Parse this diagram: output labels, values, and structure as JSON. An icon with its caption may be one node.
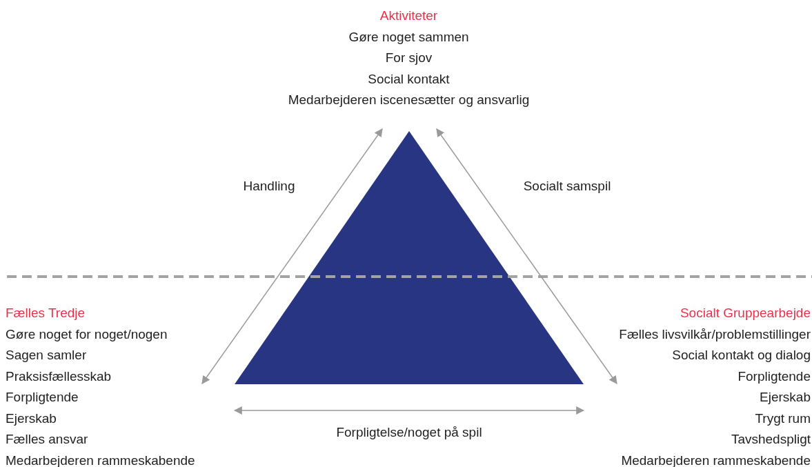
{
  "diagram": {
    "nodes": [
      {
        "text": [
          "Aktiviteter",
          "Gøre noget sammen",
          "For sjov",
          "Social kontakt",
          "Medarbejderen iscenesætter og ansvarlig"
        ]
      },
      {
        "text": [
          "Fælles Tredje",
          "Gøre noget for noget/nogen",
          "Sagen samler",
          "Praksisfællesskab",
          "Forpligtende",
          "Ejerskab",
          "Fælles ansvar",
          "Medarbejderen rammeskabende"
        ]
      },
      {
        "text": [
          "Socialt Gruppearbejde",
          "Fælles livsvilkår/problemstillinger",
          "Social kontakt og dialog",
          "Forpligtende",
          "Ejerskab",
          "Trygt rum",
          "Tavshedspligt",
          "Medarbejderen rammeskabende"
        ]
      }
    ],
    "edges": [
      {
        "from": 0,
        "to": 1,
        "arrow": "both",
        "label": "Handling"
      },
      {
        "from": 0,
        "to": 2,
        "arrow": "both",
        "label": "Socialt samspil"
      },
      {
        "from": 1,
        "to": 2,
        "arrow": "both",
        "label": "Forpligtelse/noget på spil"
      }
    ]
  }
}
